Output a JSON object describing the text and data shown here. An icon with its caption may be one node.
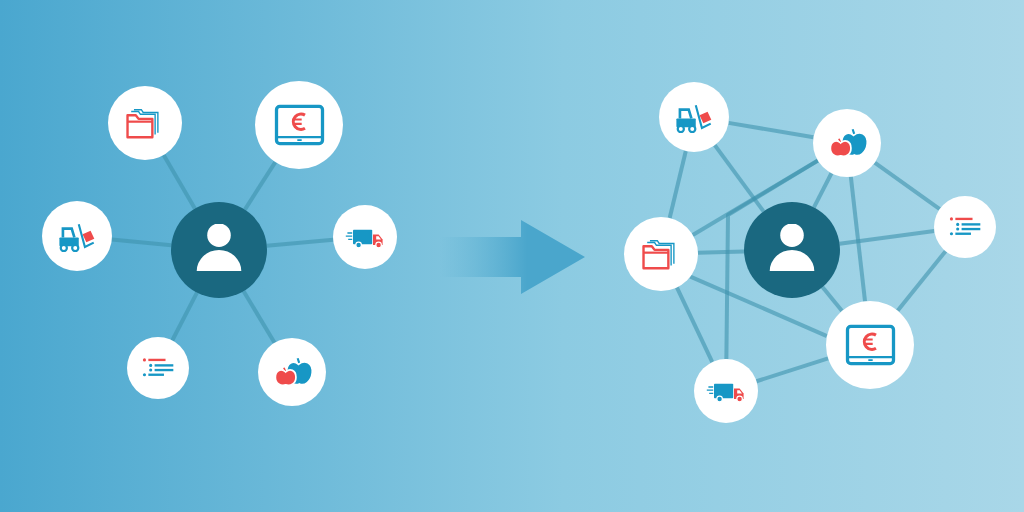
{
  "diagram": {
    "nodes": [
      {
        "text": [],
        "shape": "person"
      },
      {
        "text": [],
        "shape": "circle"
      },
      {
        "text": [],
        "shape": "circle"
      },
      {
        "text": [],
        "shape": "circle"
      },
      {
        "text": [],
        "shape": "circle"
      },
      {
        "text": [],
        "shape": "circle"
      },
      {
        "text": [],
        "shape": "circle"
      },
      {
        "text": [],
        "shape": "person"
      },
      {
        "text": [],
        "shape": "circle"
      },
      {
        "text": [],
        "shape": "circle"
      },
      {
        "text": [],
        "shape": "circle"
      },
      {
        "text": [],
        "shape": "circle"
      },
      {
        "text": [],
        "shape": "circle"
      },
      {
        "text": [],
        "shape": "circle"
      }
    ],
    "edges": [
      {
        "from": 0,
        "to": 1,
        "arrow": "none"
      },
      {
        "from": 0,
        "to": 2,
        "arrow": "none"
      },
      {
        "from": 0,
        "to": 3,
        "arrow": "none"
      },
      {
        "from": 0,
        "to": 4,
        "arrow": "none"
      },
      {
        "from": 0,
        "to": 5,
        "arrow": "none"
      },
      {
        "from": 0,
        "to": 6,
        "arrow": "none"
      },
      {
        "from": 8,
        "to": 9,
        "arrow": "none"
      },
      {
        "from": 8,
        "to": 7,
        "arrow": "none"
      },
      {
        "from": 8,
        "to": 10,
        "arrow": "none"
      },
      {
        "from": 9,
        "to": 10,
        "arrow": "none"
      },
      {
        "from": 9,
        "to": 7,
        "arrow": "none"
      },
      {
        "from": 9,
        "to": 13,
        "arrow": "none"
      },
      {
        "from": 9,
        "to": 11,
        "arrow": "none"
      },
      {
        "from": 9,
        "to": 12,
        "arrow": "none"
      },
      {
        "from": 10,
        "to": 7,
        "arrow": "none"
      },
      {
        "from": 10,
        "to": 12,
        "arrow": "none"
      },
      {
        "from": 10,
        "to": 13,
        "arrow": "none"
      },
      {
        "from": 7,
        "to": 11,
        "arrow": "none"
      },
      {
        "from": 7,
        "to": 12,
        "arrow": "none"
      },
      {
        "from": 11,
        "to": 12,
        "arrow": "none"
      },
      {
        "from": 13,
        "to": 12,
        "arrow": "none"
      }
    ]
  }
}
